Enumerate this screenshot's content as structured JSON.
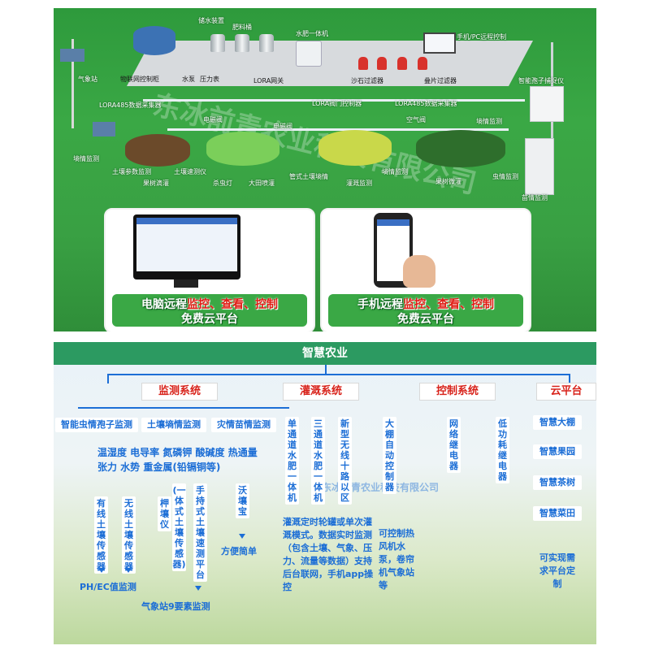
{
  "top": {
    "labels": {
      "storage": "储水装置",
      "fert_bucket": "肥料桶",
      "water_fert": "水肥一体机",
      "remote": "手机/PC远程控制",
      "weather": "气象站",
      "iot_valve": "物联网控制柜",
      "pump": "水泵",
      "pressure": "压力表",
      "lora_gw": "LORA网关",
      "sand": "沙石过滤器",
      "disc": "叠片过滤器",
      "spore": "智能孢子捕捉仪",
      "lora485_a": "LORA485数据采集器",
      "lora_valve": "LORA阀门控制器",
      "lora485_b": "LORA485数据采集器",
      "solenoid_a": "电磁阀",
      "solenoid_b": "电磁阀",
      "air_valve": "空气阀",
      "moisture_a": "墒情监测",
      "moisture_b": "墒情监测",
      "moisture_c": "墒情监测",
      "soil_params": "土壤参数监测",
      "soil_rapid": "土壤速测仪",
      "orchard_drip": "果树滴灌",
      "insect_lamp": "杀虫灯",
      "field_spray": "大田喷灌",
      "pipe_soil": "管式土壤墒情",
      "irrigation": "灌溉监测",
      "orchard_micro": "果树微灌",
      "pest": "虫情监测",
      "seedling": "苗情监测"
    },
    "card_left": {
      "caption_pre": "电脑远程",
      "caption_hl": "监控、查看、控制",
      "caption_sub": "免费云平台"
    },
    "card_right": {
      "caption_pre": "手机远程",
      "caption_hl": "监控、查看、控制",
      "caption_sub": "免费云平台"
    }
  },
  "bottom": {
    "title": "智慧农业",
    "categories": [
      "监测系统",
      "灌溉系统",
      "控制系统",
      "云平台"
    ],
    "monitor_items": [
      "智能虫情孢子监测",
      "土壤墒情监测",
      "灾情苗情监测"
    ],
    "monitor_params_1": "温湿度 电导率 氮磷钾 酸碱度 热通量",
    "monitor_params_2": "张力 水势 重金属(铅镉铜等)",
    "sensors": [
      "有线土壤传感器",
      "无线土壤传感器",
      "(一体式土壤传感器)",
      "手持式土壤速测平台",
      "沃壤宝"
    ],
    "sensor_soil_meter": "柙壤仪",
    "convenient": "方便简单",
    "ph_ec": "PH/EC值监测",
    "weather9": "气象站9要素监测",
    "irrigation_items": [
      "单通道水肥一体机",
      "三通道水肥一体机",
      "新型无线十路以区"
    ],
    "irrigation_text": "灌溉定时轮罐或单次灌溉模式。数据实时监测（包含土壤、气象、压力、流量等数据）支持后台联网，手机app操控",
    "control_items": [
      "大棚自动控制器",
      "网络继电器",
      "低功耗继电器"
    ],
    "control_text": "可控制热风机水泵，卷帘机气象站等",
    "cloud_items": [
      "智慧大棚",
      "智慧果园",
      "智慧茶树",
      "智慧菜田"
    ],
    "cloud_text": "可实现需求平台定制",
    "watermark": "东冰前青农业科技有限公司"
  },
  "colors": {
    "accent_red": "#d8231b",
    "accent_blue": "#1c6ed6",
    "band_green": "#2c9a61",
    "field_green": "#3aa845"
  }
}
